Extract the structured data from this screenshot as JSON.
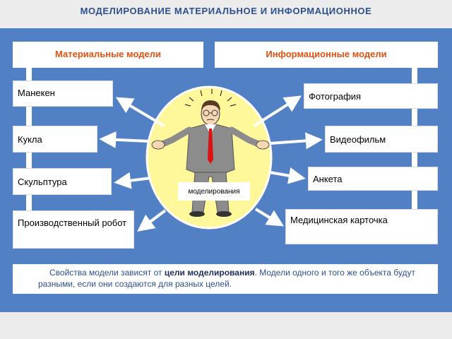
{
  "title": "МОДЕЛИРОВАНИЕ  МАТЕРИАЛЬНОЕ   И  ИНФОРМАЦИОННОЕ",
  "headers": {
    "material": "Материальные  модели",
    "information": "Информационные  модели"
  },
  "material_items": [
    "Манекен",
    "Кукла",
    "Скульптура",
    "Производственный робот"
  ],
  "information_items": [
    "Фотография",
    "Видеофильм",
    "Анкета",
    "Медицинская карточка"
  ],
  "center_caption": "моделирования",
  "footer": {
    "before": "Свойства модели зависят от ",
    "emphasis": "цели моделирования",
    "after": ". Модели одного и того же объекта будут разными, если они создаются для разных целей."
  },
  "colors": {
    "panel": "#5181c4",
    "header_text": "#e05010",
    "title_text": "#2d4f8f",
    "oval": "#fff89a"
  }
}
